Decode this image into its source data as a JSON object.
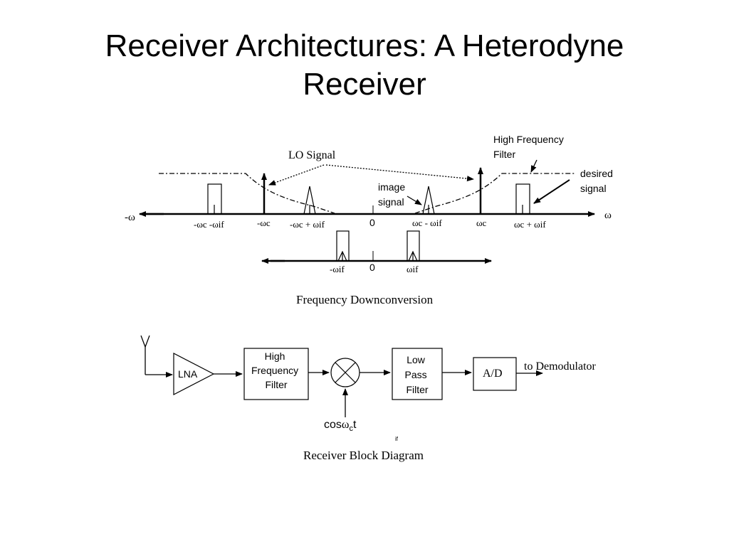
{
  "slide": {
    "title_line1": "Receiver Architectures: A Heterodyne",
    "title_line2": "Receiver"
  },
  "spectrum": {
    "lo_signal_label": "LO Signal",
    "hf_filter_label_line1": "High Frequency",
    "hf_filter_label_line2": "Filter",
    "desired_label_line1": "desired",
    "desired_label_line2": "signal",
    "image_label_line1": "image",
    "image_label_line2": "signal",
    "axis_neg_label": "-ω",
    "axis_pos_label": "ω",
    "zero_label": "0",
    "ticks": {
      "neg_wc_minus_wif": "-ωc -ωif",
      "neg_wc": "-ωc",
      "neg_wc_plus_wif": "-ωc + ωif",
      "wc_minus_wif": "ωc - ωif",
      "wc": "ωc",
      "wc_plus_wif": "ωc + ωif"
    }
  },
  "baseband": {
    "neg_wif": "-ωif",
    "zero": "0",
    "pos_wif": "ωif"
  },
  "captions": {
    "frequency_downconversion": "Frequency Downconversion",
    "block_diagram": "Receiver Block Diagram"
  },
  "blocks": {
    "lna": "LNA",
    "hf_filter_line1": "High",
    "hf_filter_line2": "Frequency",
    "hf_filter_line3": "Filter",
    "lpf_line1": "Low",
    "lpf_line2": "Pass",
    "lpf_line3": "Filter",
    "ad": "A/D",
    "to_demodulator": "to Demodulator",
    "lo_input_cos": "cos",
    "lo_input_omega": "ω",
    "lo_input_sub": "c",
    "lo_input_t": "t",
    "stray_if": "if"
  }
}
